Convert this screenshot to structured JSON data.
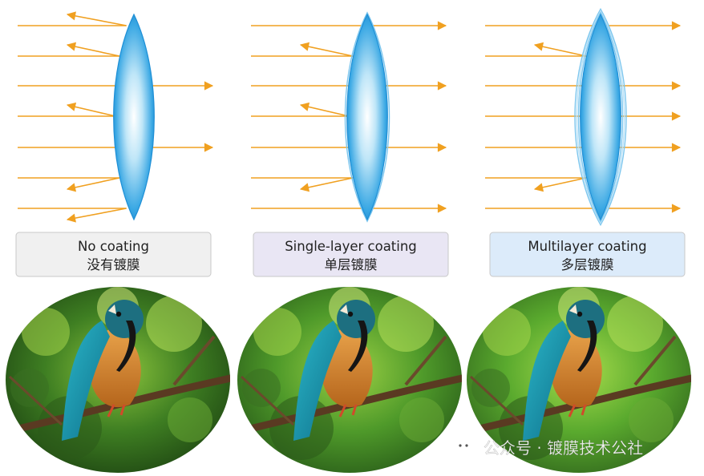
{
  "colors": {
    "ray": "#f0a020",
    "lens_edge": "#1e8fd6",
    "lens_center": "#ffffff",
    "panel_none": "#f0f0f0",
    "panel_single": "#e9e6f4",
    "panel_multi": "#dcebfa",
    "panel_border": "#c8c8c8"
  },
  "panels": [
    {
      "id": "none",
      "label_en": "No coating",
      "label_cn": "没有镀膜",
      "coating_layers": 0,
      "reflected_rays": [
        1,
        2,
        4,
        6,
        7
      ]
    },
    {
      "id": "single",
      "label_en": "Single-layer coating",
      "label_cn": "单层镀膜",
      "coating_layers": 1,
      "reflected_rays": [
        2,
        4,
        6
      ]
    },
    {
      "id": "multi",
      "label_en": "Multilayer coating",
      "label_cn": "多层镀膜",
      "coating_layers": 3,
      "reflected_rays": [
        2,
        6
      ]
    }
  ],
  "watermark": {
    "icon": "wechat-icon",
    "text": "公众号 · 镀膜技术公社"
  }
}
